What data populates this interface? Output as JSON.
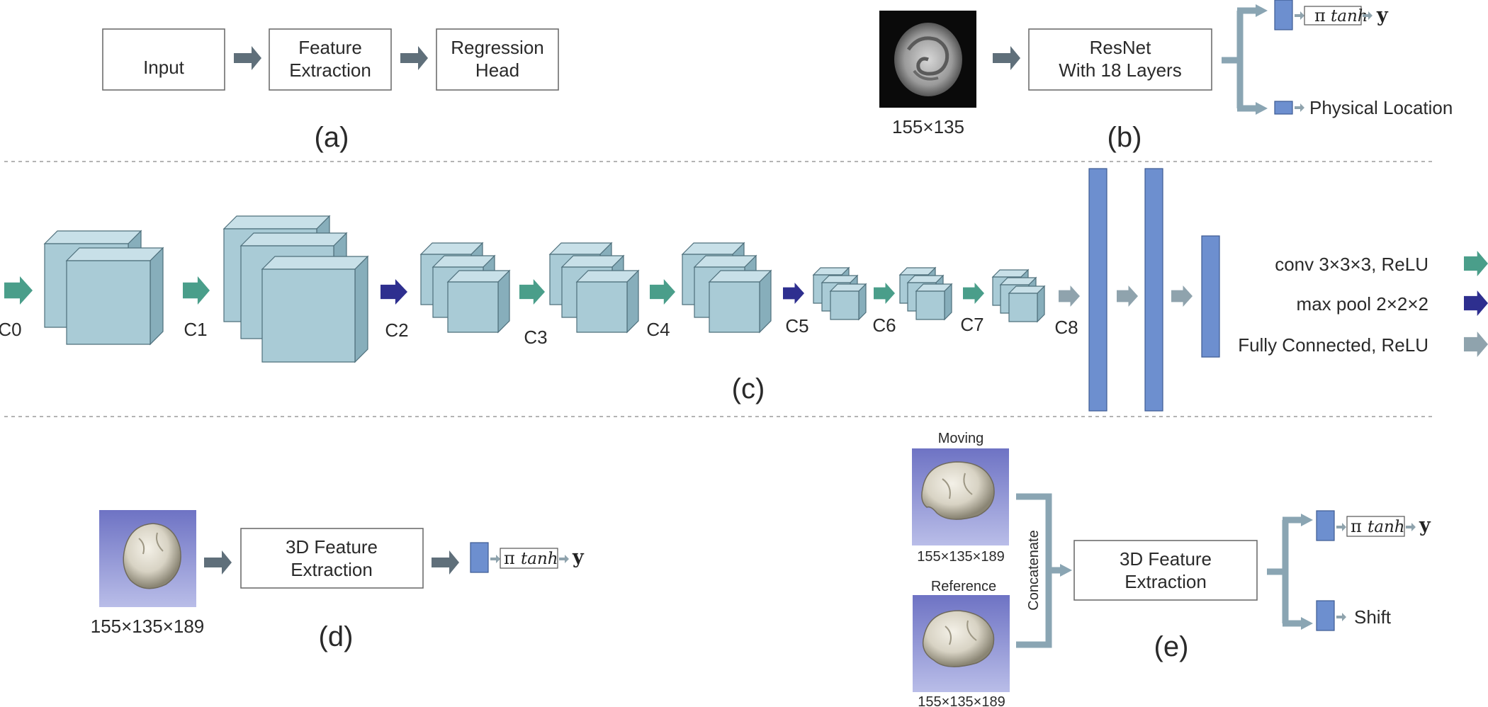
{
  "panels": {
    "a": {
      "label": "(a)",
      "boxes": [
        "Input",
        "Feature|Extraction",
        "Regression|Head"
      ]
    },
    "b": {
      "label": "(b)",
      "image_size": "155×135",
      "resnet": "ResNet|With 18 Layers",
      "output_pi": "π",
      "output_tanh": "tanh",
      "output_y": "y",
      "physical_location": "Physical Location"
    },
    "c": {
      "label": "(c)",
      "layers": [
        "C0",
        "C1",
        "C2",
        "C3",
        "C4",
        "C5",
        "C6",
        "C7",
        "C8"
      ],
      "legend": [
        {
          "text": "conv 3×3×3, ReLU",
          "color": "#4a9e8a"
        },
        {
          "text": "max pool 2×2×2",
          "color": "#2e2f8f"
        },
        {
          "text": "Fully Connected, ReLU",
          "color": "#8fa3ad"
        }
      ]
    },
    "d": {
      "label": "(d)",
      "image_size": "155×135×189",
      "feature_box": "3D Feature|Extraction",
      "output_pi": "π",
      "output_tanh": "tanh",
      "output_y": "y"
    },
    "e": {
      "label": "(e)",
      "moving": "Moving",
      "moving_size": "155×135×189",
      "reference": "Reference",
      "reference_size": "155×135×189",
      "concatenate": "Concatenate",
      "feature_box": "3D Feature|Extraction",
      "output_pi": "π",
      "output_tanh": "tanh",
      "output_y": "y",
      "shift": "Shift"
    }
  },
  "colors": {
    "conv_arrow": "#4a9e8a",
    "pool_arrow": "#2e2f8f",
    "fc_arrow": "#8fa3ad",
    "flow_arrow": "#5f6f7a",
    "fc_bar": "#6d8fcf",
    "cube": "#a9cbd6",
    "bracket": "#8aa5b3"
  }
}
